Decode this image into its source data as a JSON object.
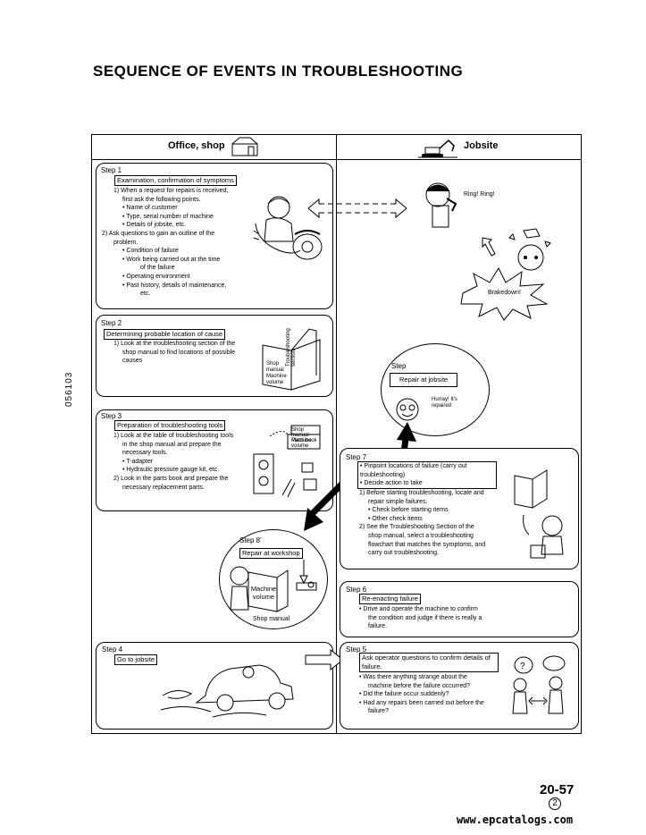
{
  "title": "SEQUENCE OF EVENTS IN TROUBLESHOOTING",
  "columns": {
    "office": "Office, shop",
    "jobsite": "Jobsite"
  },
  "side_code": "056103",
  "step1": {
    "step": "Step 1",
    "label": "Examination, confirmation of symptoms",
    "lines": [
      "1)  When a request for repairs is received,",
      "first ask the following points.",
      "•  Name of customer",
      "•  Type, serial number of machine",
      "•  Details of jobsite, etc.",
      "2)  Ask questions to gain an outline of the",
      "problem.",
      "•  Condition of failure",
      "•  Work being carried out at the time",
      "of the failure",
      "•  Operating environment",
      "•  Past history, details of maintenance,",
      "etc."
    ]
  },
  "step2": {
    "step": "Step 2",
    "label": "Determining probable location of cause",
    "lines": [
      "1)  Look at the troubleshooting section of the",
      "shop manual to find locations of possible",
      "causes"
    ],
    "book_spine": "Troubleshooting section",
    "book_cover": "Shop manual Machine volume"
  },
  "step3": {
    "step": "Step 3",
    "label": "Preparation of troubleshooting tools",
    "lines": [
      "1)  Look at the table of troubleshooting tools",
      "in the shop manual and prepare the",
      "necessary tools.",
      "•  T-adapter",
      "•  Hydraulic pressure gauge kit, etc.",
      "2)  Look in the parts book and prepare the",
      "necessary replacement parts."
    ],
    "note_book1": "Shop manual Machine volume",
    "note_book2": "Parts book"
  },
  "step8": {
    "step": "Step 8'",
    "label": "Repair at workshop",
    "book": "Machine volume",
    "caption": "Shop manual"
  },
  "step4": {
    "step": "Step 4",
    "label": "Go to jobsite"
  },
  "jobsite_top": {
    "ring": "Ring! Ring!",
    "breakdown": "Brakedown!"
  },
  "step_repair": {
    "step": "Step",
    "label": "Repair at jobsite",
    "bubble": "Hurray! It's repaired"
  },
  "step7": {
    "step": "Step 7",
    "bullets": [
      "Pinpoint locations of failure (carry out troubleshooting)",
      "Decide action to take"
    ],
    "lines": [
      "1)  Before starting troubleshooting, locate and",
      "repair simple failures.",
      "•  Check before starting items",
      "•  Other check items",
      "2)  See the Troubleshooting Section of the",
      "shop manual, select a troubleshooting",
      "flowchart that matches the symptoms, and",
      "carry out troubleshooting."
    ]
  },
  "step6": {
    "step": "Step 6",
    "label": "Re-enacting failure",
    "lines": [
      "•  Drive and operate the machine to confirm",
      "the condition and judge if there is really a",
      "failure."
    ]
  },
  "step5": {
    "step": "Step 5",
    "label": "Ask operator questions to confirm details of failure.",
    "lines": [
      "•  Was there anything strange about the",
      "machine before the failure occurred?",
      "•  Did the failure occur suddenly?",
      "•  Had any repairs been carried out before the",
      "failure?"
    ]
  },
  "page_number": "20-57",
  "revision": "2",
  "watermark": "www.epcatalogs.com"
}
